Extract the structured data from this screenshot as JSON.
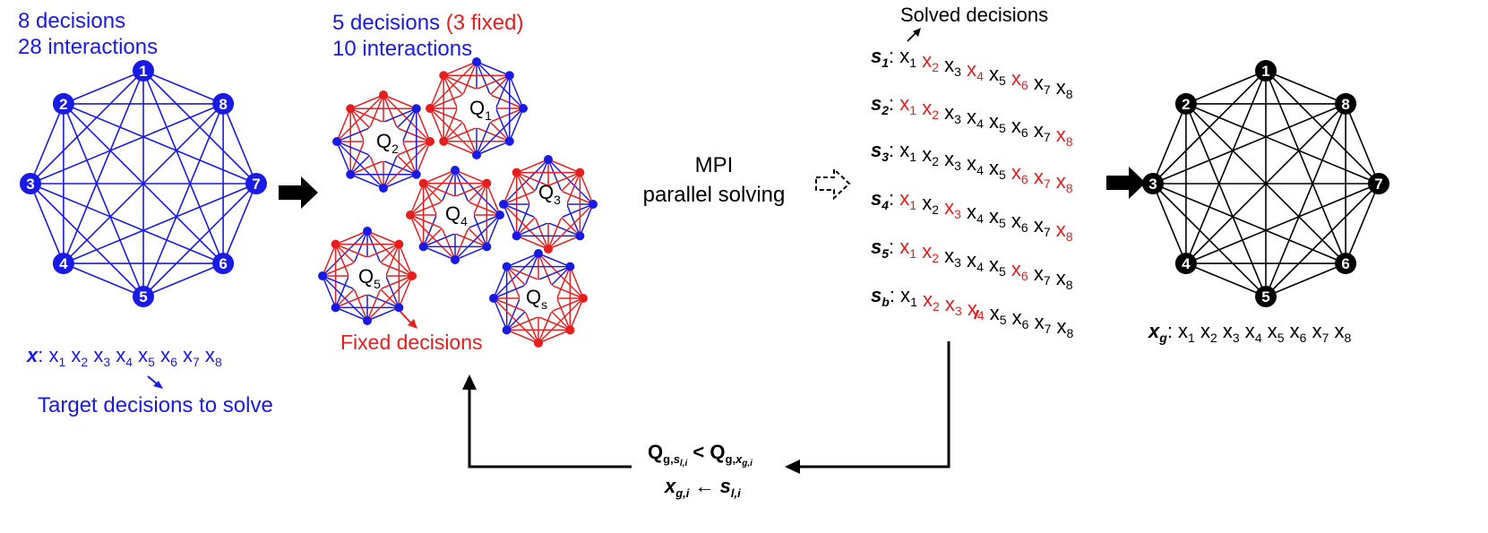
{
  "colors": {
    "blue": "#1a1ae6",
    "red": "#e61e1e",
    "black": "#000000"
  },
  "left_panel": {
    "decisions": "8 decisions",
    "interactions": "28 interactions",
    "nodes": [
      "1",
      "2",
      "3",
      "4",
      "5",
      "6",
      "7",
      "8"
    ],
    "x_label": "x",
    "x_vars": [
      "1",
      "2",
      "3",
      "4",
      "5",
      "6",
      "7",
      "8"
    ],
    "target_caption": "Target decisions to solve"
  },
  "middle_panel": {
    "decisions": "5 decisions",
    "fixed": "(3 fixed)",
    "interactions": "10 interactions",
    "subproblems": [
      {
        "name": "Q",
        "sub": "1"
      },
      {
        "name": "Q",
        "sub": "2"
      },
      {
        "name": "Q",
        "sub": "3"
      },
      {
        "name": "Q",
        "sub": "4"
      },
      {
        "name": "Q",
        "sub": "5"
      },
      {
        "name": "Q",
        "sub": "s"
      }
    ],
    "fixed_caption": "Fixed decisions"
  },
  "mpi": {
    "line1": "MPI",
    "line2": "parallel solving"
  },
  "solved": {
    "caption": "Solved decisions",
    "rows": [
      {
        "label": "s",
        "sub": "1",
        "red": [
          2,
          4,
          6
        ]
      },
      {
        "label": "s",
        "sub": "2",
        "red": [
          1,
          2,
          8
        ]
      },
      {
        "label": "s",
        "sub": "3",
        "red": [
          6,
          7,
          8
        ]
      },
      {
        "label": "s",
        "sub": "4",
        "red": [
          1,
          3,
          8
        ]
      },
      {
        "label": "s",
        "sub": "5",
        "red": [
          1,
          2,
          6
        ]
      },
      {
        "label": "s",
        "sub": "b",
        "red": [
          2,
          3,
          4
        ]
      }
    ]
  },
  "right_panel": {
    "nodes": [
      "1",
      "2",
      "3",
      "4",
      "5",
      "6",
      "7",
      "8"
    ],
    "x_label": "x",
    "x_sub": "g"
  },
  "feedback": {
    "Q": "Q",
    "q_left_sub": "g,",
    "q_left_subsub": "s",
    "q_left_subsubsub": "l,i",
    "lt": "<",
    "q_right_sub": "g,",
    "q_right_subsub": "x",
    "q_right_subsubsub": "g,i",
    "x": "x",
    "x_sub": "g,i",
    "arrow": "←",
    "s": "s",
    "s_sub": "l,i"
  }
}
